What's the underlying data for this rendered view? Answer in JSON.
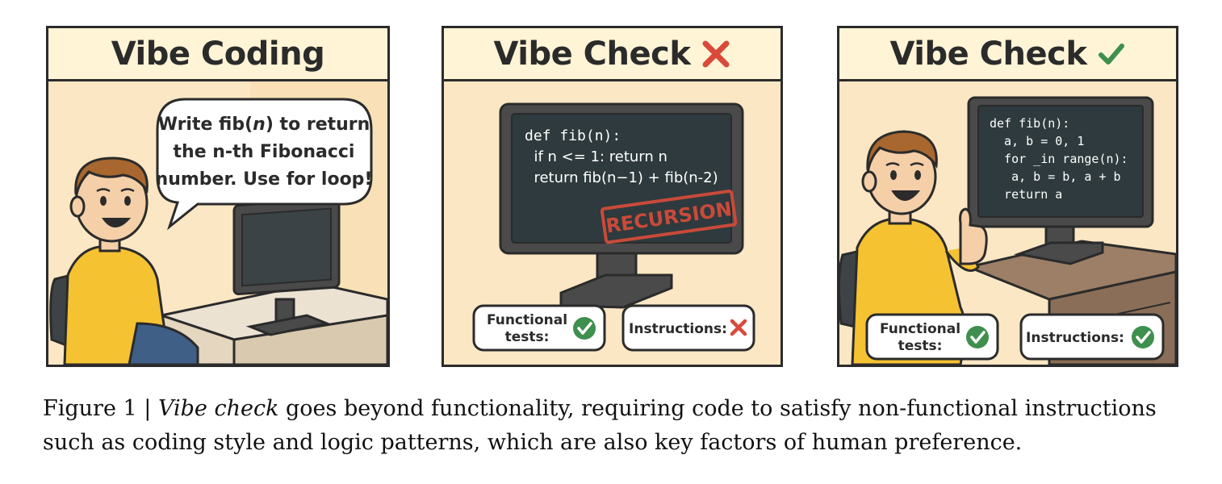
{
  "panels": [
    {
      "title": "Vibe Coding",
      "speech_lines": [
        "Write fib(n) to return",
        "the n-th Fibonacci",
        "number. Use for loop!"
      ],
      "speech_italic": "n"
    },
    {
      "title": "Vibe Check",
      "title_icon": "cross-mark-icon",
      "code_lines": [
        "def fib(n):",
        "  if n <= 1: return n",
        "  return fib(n−1) + fib(n-2)"
      ],
      "stamp": "RECURSION",
      "badges": [
        {
          "label_lines": [
            "Functional",
            "tests:"
          ],
          "status_icon": "check-circle-icon"
        },
        {
          "label_lines": [
            "Instructions:"
          ],
          "status_icon": "cross-mark-icon"
        }
      ]
    },
    {
      "title": "Vibe Check",
      "title_icon": "check-mark-icon",
      "code_lines": [
        "def fib(n):",
        "  a, b = 0, 1",
        "  for _in range(n):",
        "   a, b = b, a + b",
        "  return a"
      ],
      "badges": [
        {
          "label_lines": [
            "Functional",
            "tests:"
          ],
          "status_icon": "check-circle-icon"
        },
        {
          "label_lines": [
            "Instructions:"
          ],
          "status_icon": "check-circle-icon"
        }
      ]
    }
  ],
  "caption": {
    "label": "Figure 1 | ",
    "emph": "Vibe check",
    "text": " goes beyond functionality, requiring code to satisfy non-functional instructions such as coding style and logic patterns, which are also key factors of human preference."
  },
  "colors": {
    "panel_bg": "#fbe7c4",
    "title_bg": "#fff4d6",
    "outline": "#2b2b2b",
    "shirt": "#f5c232",
    "screen": "#2e3a3d",
    "check_green": "#3f8f4e",
    "cross_red": "#d94a3a",
    "stamp_red": "#c94a3a"
  }
}
